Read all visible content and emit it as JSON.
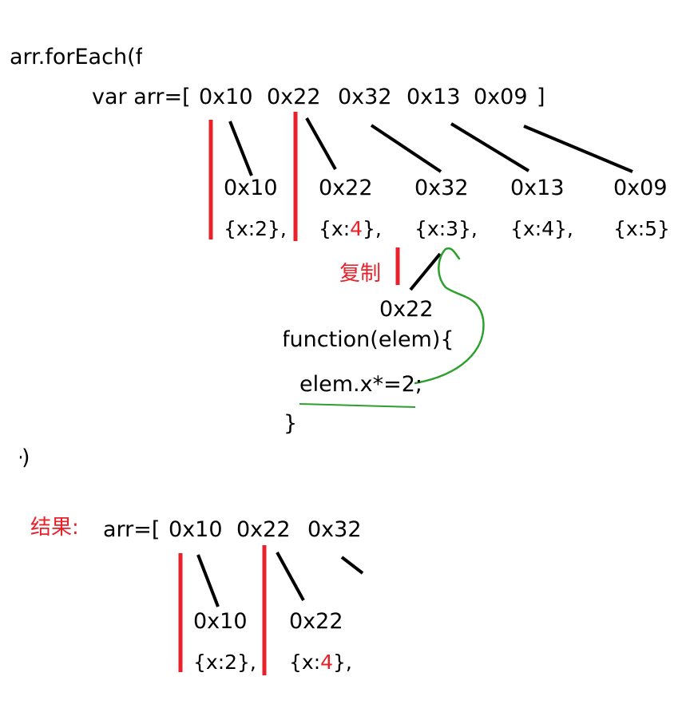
{
  "code": {
    "call_open": "arr.forEach(",
    "call_open_cut": "f",
    "call_close": ")",
    "call_close_cut": "·"
  },
  "array_decl": {
    "prefix": "var arr=[",
    "addresses": [
      "0x10",
      "0x22",
      "0x32",
      "0x13",
      "0x09"
    ],
    "suffix": "]"
  },
  "heap": [
    {
      "address": "0x10",
      "object": "{x:2},",
      "open": "{x:",
      "value": "2",
      "close": "},"
    },
    {
      "address": "0x22",
      "object": "{x:4},",
      "open": "{x:",
      "value": "4",
      "close": "},"
    },
    {
      "address": "0x32",
      "object": "{x:3},",
      "open": "{x:",
      "value": "3",
      "close": "},"
    },
    {
      "address": "0x13",
      "object": "{x:4},",
      "open": "{x:",
      "value": "4",
      "close": "},"
    },
    {
      "address": "0x09",
      "object": "{x:5}",
      "open": "{x:",
      "value": "5",
      "close": "}"
    }
  ],
  "callback": {
    "copy_label": "复制",
    "param_address": "0x22",
    "signature": "function(elem){",
    "body": "elem.x*=2;",
    "close": "}"
  },
  "result": {
    "label": "结果:",
    "prefix": "arr=[",
    "addresses": [
      "0x10",
      "0x22",
      "0x32"
    ],
    "heap": [
      {
        "address": "0x10",
        "open": "{x:",
        "value": "2",
        "close": "},"
      },
      {
        "address": "0x22",
        "open": "{x:",
        "value": "4",
        "close": "},"
      }
    ]
  },
  "colors": {
    "text": "#000000",
    "highlight": "#e8212a",
    "arrow": "#2ca02c"
  }
}
